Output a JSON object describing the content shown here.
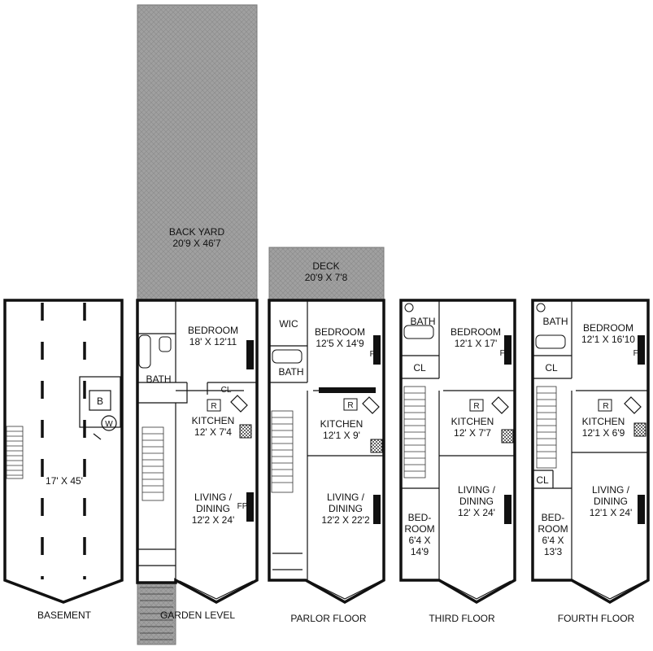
{
  "floors": {
    "basement": {
      "name": "BASEMENT",
      "main": "17' X 45'",
      "b": "B",
      "w": "W"
    },
    "garden": {
      "name": "GARDEN LEVEL",
      "yard_name": "BACK YARD",
      "yard_dim": "20'9 X 46'7",
      "bed_name": "BEDROOM",
      "bed_dim": "18' X 12'11",
      "bath": "BATH",
      "cl": "CL",
      "r": "R",
      "kit_name": "KITCHEN",
      "kit_dim": "12' X 7'4",
      "liv_name": "LIVING /",
      "liv_name2": "DINING",
      "liv_dim": "12'2 X 24'",
      "fp": "FP"
    },
    "parlor": {
      "name": "PARLOR FLOOR",
      "deck_name": "DECK",
      "deck_dim": "20'9 X 7'8",
      "wic": "WIC",
      "bed_name": "BEDROOM",
      "bed_dim": "12'5 X 14'9",
      "fp": "FP",
      "bath": "BATH",
      "r": "R",
      "kit_name": "KITCHEN",
      "kit_dim": "12'1 X 9'",
      "liv_name": "LIVING /",
      "liv_name2": "DINING",
      "liv_dim": "12'2 X 22'2"
    },
    "third": {
      "name": "THIRD FLOOR",
      "bath": "BATH",
      "bed_name": "BEDROOM",
      "bed_dim": "12'1 X 17'",
      "fp": "FP",
      "cl": "CL",
      "r": "R",
      "kit_name": "KITCHEN",
      "kit_dim": "12' X 7'7",
      "liv_name": "LIVING /",
      "liv_name2": "DINING",
      "liv_dim": "12' X 24'",
      "bed2_a": "BED-",
      "bed2_b": "ROOM",
      "bed2_c": "6'4 X",
      "bed2_d": "14'9"
    },
    "fourth": {
      "name": "FOURTH FLOOR",
      "bath": "BATH",
      "bed_name": "BEDROOM",
      "bed_dim": "12'1 X 16'10",
      "fp": "FP",
      "cl": "CL",
      "cl2": "CL",
      "r": "R",
      "kit_name": "KITCHEN",
      "kit_dim": "12'1 X 6'9",
      "liv_name": "LIVING /",
      "liv_name2": "DINING",
      "liv_dim": "12'1 X 24'",
      "bed2_a": "BED-",
      "bed2_b": "ROOM",
      "bed2_c": "6'4 X",
      "bed2_d": "13'3"
    }
  },
  "colors": {
    "wall": "#111111",
    "hatch": "#9c9c9c",
    "background": "#ffffff"
  }
}
